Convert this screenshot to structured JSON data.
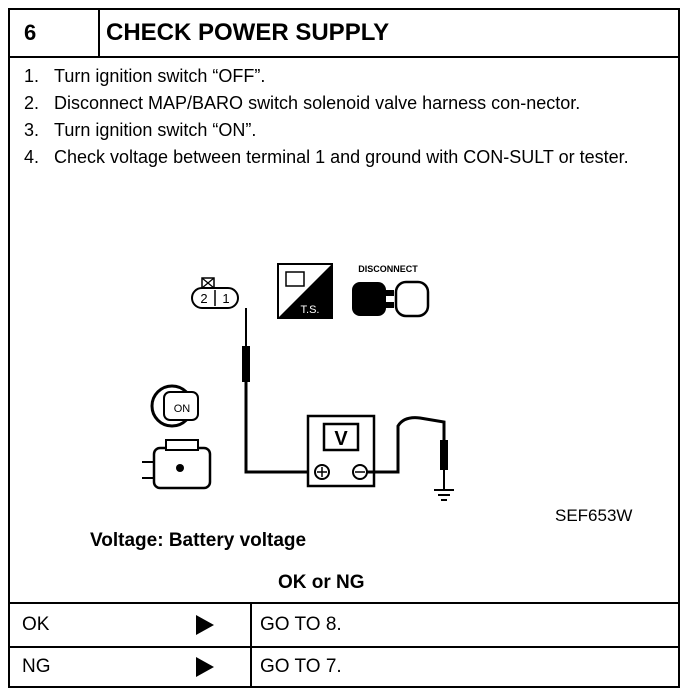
{
  "header": {
    "step_number": "6",
    "title": "CHECK POWER SUPPLY"
  },
  "steps": [
    {
      "num": "1.",
      "text": "Turn ignition switch “OFF”."
    },
    {
      "num": "2.",
      "text": "Disconnect MAP/BARO switch solenoid valve harness con-nector."
    },
    {
      "num": "3.",
      "text": "Turn ignition switch “ON”."
    },
    {
      "num": "4.",
      "text": "Check voltage between terminal 1 and ground with CON-SULT or tester."
    }
  ],
  "diagram": {
    "connector_terminals": [
      "2",
      "1"
    ],
    "ts_label": "T.S.",
    "disconnect_label": "DISCONNECT",
    "ignition_label": "ON",
    "meter_label": "V",
    "figure_code": "SEF653W"
  },
  "spec": {
    "voltage_text": "Voltage: Battery voltage"
  },
  "result_header": "OK or NG",
  "results": [
    {
      "key": "OK",
      "action": "GO TO 8."
    },
    {
      "key": "NG",
      "action": "GO TO 7."
    }
  ]
}
